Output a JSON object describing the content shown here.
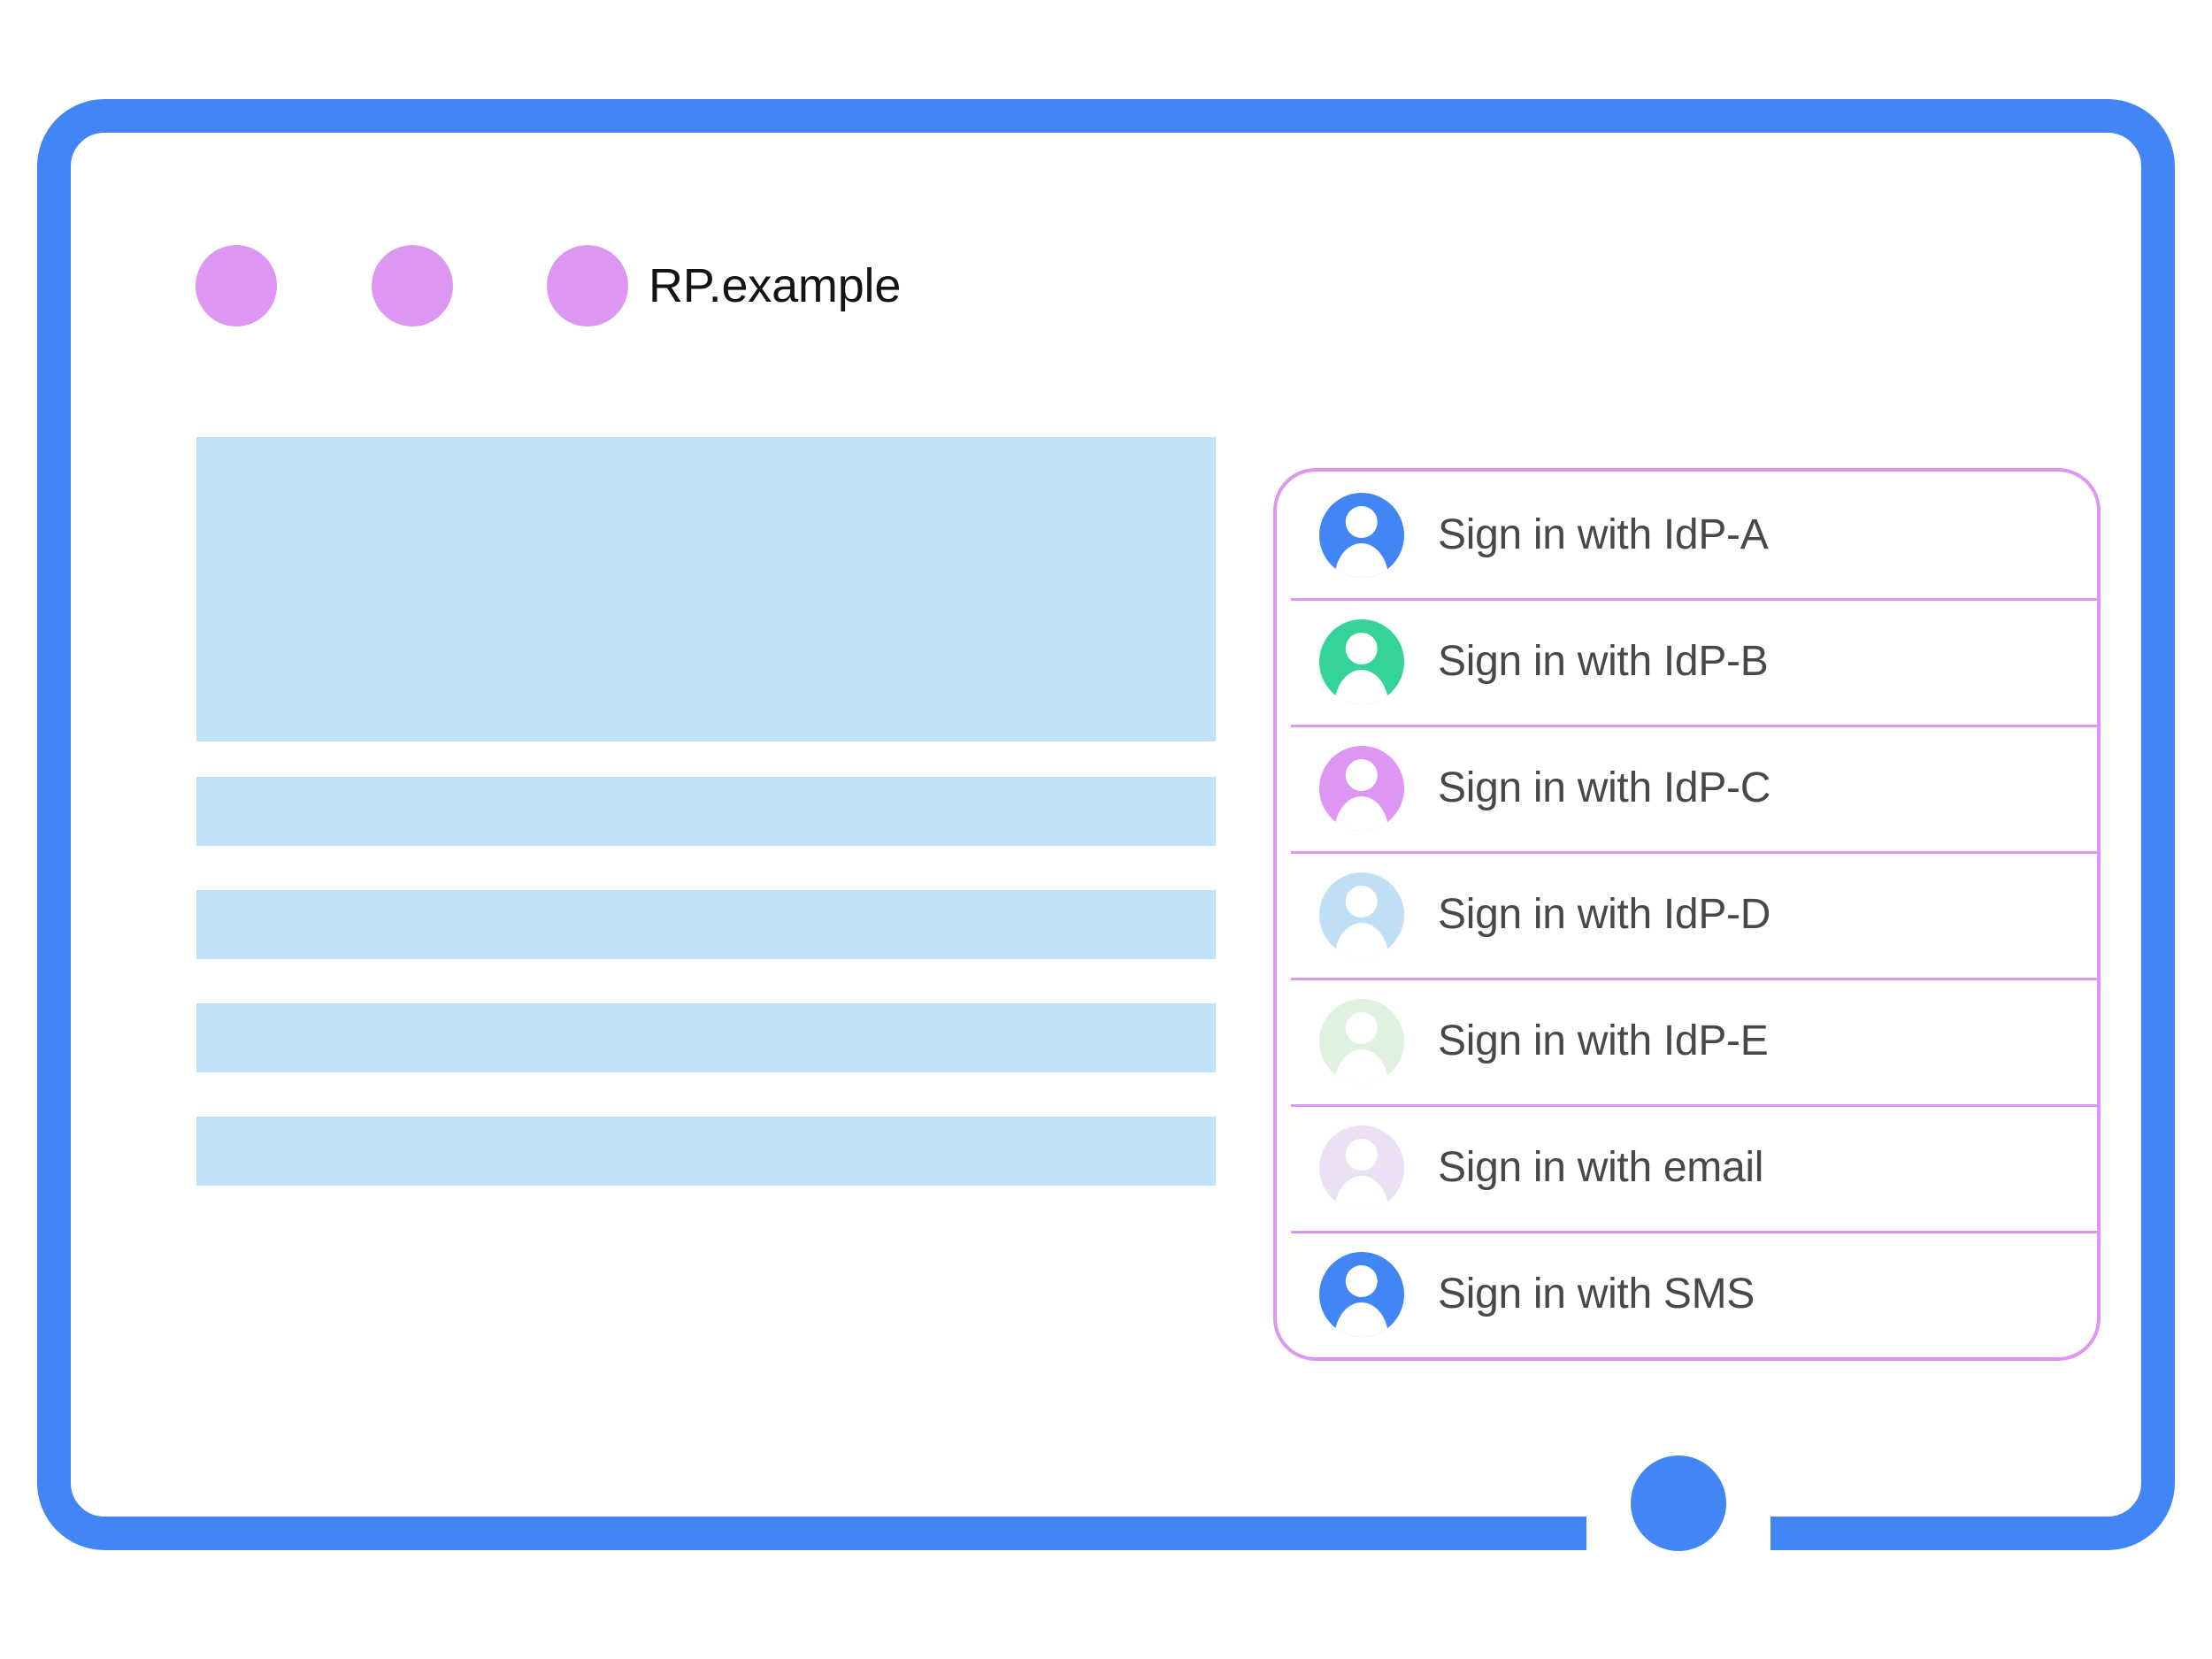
{
  "window": {
    "title": "RP.example",
    "traffic_dots": [
      {
        "name": "window-dot-1",
        "color": "#dd96f2"
      },
      {
        "name": "window-dot-2",
        "color": "#dd96f2"
      },
      {
        "name": "window-dot-3",
        "color": "#dd96f2"
      }
    ]
  },
  "frame": {
    "color": "#4285f4",
    "home_button": "home-button"
  },
  "content": {
    "placeholder_color": "#bfe2f7",
    "blocks": [
      {
        "kind": "hero"
      },
      {
        "kind": "bar"
      },
      {
        "kind": "bar"
      },
      {
        "kind": "bar"
      },
      {
        "kind": "bar"
      }
    ]
  },
  "signin_card": {
    "border_color": "#dd96f2",
    "divider_color": "#dd96f2",
    "text_color": "#484848",
    "options": [
      {
        "label": "Sign in with IdP-A",
        "avatar_color": "#4285f4",
        "icon": "person-avatar-icon"
      },
      {
        "label": "Sign in with IdP-B",
        "avatar_color": "#34d399",
        "icon": "person-avatar-icon"
      },
      {
        "label": "Sign in with IdP-C",
        "avatar_color": "#dd96f2",
        "icon": "person-avatar-icon"
      },
      {
        "label": "Sign in with IdP-D",
        "avatar_color": "#bfdff5",
        "icon": "person-avatar-icon"
      },
      {
        "label": "Sign in with IdP-E",
        "avatar_color": "#dff2df",
        "icon": "person-avatar-icon"
      },
      {
        "label": "Sign in with email",
        "avatar_color": "#ece0f5",
        "icon": "person-avatar-icon"
      },
      {
        "label": "Sign in with SMS",
        "avatar_color": "#4285f4",
        "icon": "person-avatar-icon"
      }
    ]
  }
}
